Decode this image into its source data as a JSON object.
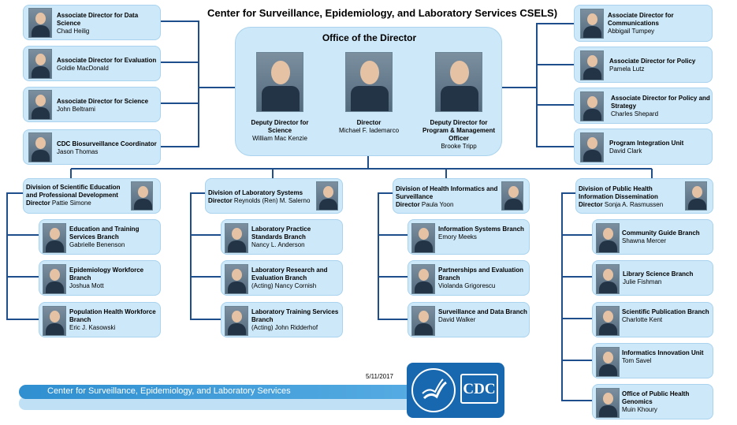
{
  "header": {
    "title": "Center for Surveillance, Epidemiology, and Laboratory Services CSELS)"
  },
  "director_office": {
    "title": "Office of the Director",
    "people": [
      {
        "title": "Deputy Director for Science",
        "name": "William Mac Kenzie"
      },
      {
        "title": "Director",
        "name": "Michael F. Iademarco"
      },
      {
        "title": "Deputy Director for Program & Management Officer",
        "name": "Brooke Tripp"
      }
    ]
  },
  "left_staff": [
    {
      "title": "Associate Director for Data Science",
      "name": "Chad Heilig"
    },
    {
      "title": "Associate Director for Evaluation",
      "name": "Goldie MacDonald"
    },
    {
      "title": "Associate Director for Science",
      "name": "John Beltrami"
    },
    {
      "title": "CDC Biosurveillance Coordinator",
      "name": "Jason Thomas"
    }
  ],
  "right_staff": [
    {
      "title": "Associate Director for Communications",
      "name": "Abbigail Tumpey"
    },
    {
      "title": "Associate Director for Policy",
      "name": "Pamela Lutz"
    },
    {
      "title": "Associate Director for Policy and Strategy",
      "name": "Charles Shepard"
    },
    {
      "title": "Program Integration Unit",
      "name": "David Clark"
    }
  ],
  "divisions": [
    {
      "title": "Division of Scientific Education and Professional Development",
      "director_label": "Director",
      "director": "Pattie Simone",
      "branches": [
        {
          "title": "Education and Training Services Branch",
          "name": "Gabrielle Benenson"
        },
        {
          "title": "Epidemiology Workforce Branch",
          "name": "Joshua Mott"
        },
        {
          "title": "Population Health Workforce Branch",
          "name": "Eric J. Kasowski"
        }
      ]
    },
    {
      "title": "Division of Laboratory Systems",
      "director_label": "Director",
      "director": "Reynolds (Ren) M. Salerno",
      "branches": [
        {
          "title": "Laboratory Practice Standards Branch",
          "name": "Nancy L. Anderson"
        },
        {
          "title": "Laboratory Research and Evaluation Branch",
          "name": "(Acting) Nancy Cornish"
        },
        {
          "title": "Laboratory Training Services Branch",
          "name": "(Acting) John Ridderhof"
        }
      ]
    },
    {
      "title": "Division of Health Informatics and Surveillance",
      "director_label": "Director",
      "director": "Paula Yoon",
      "branches": [
        {
          "title": "Information Systems Branch",
          "name": "Emory Meeks"
        },
        {
          "title": "Partnerships and Evaluation Branch",
          "name": "Violanda Grigorescu"
        },
        {
          "title": "Surveillance and Data Branch",
          "name": "David Walker"
        }
      ]
    },
    {
      "title": "Division of Public Health Information Dissemination",
      "director_label": "Director",
      "director": "Sonja A. Rasmussen",
      "branches": [
        {
          "title": "Community Guide Branch",
          "name": "Shawna Mercer"
        },
        {
          "title": "Library Science Branch",
          "name": "Julie Fishman"
        },
        {
          "title": "Scientific Publication Branch",
          "name": "Charlotte Kent"
        },
        {
          "title": "Informatics Innovation Unit",
          "name": "Tom Savel"
        },
        {
          "title": "Office of Public Health Genomics",
          "name": "Muin Khoury"
        }
      ]
    }
  ],
  "footer": {
    "date": "5/11/2017",
    "banner_text": "Center for Surveillance, Epidemiology, and Laboratory Services",
    "logo_text": "CDC"
  },
  "colors": {
    "box_fill": "#cde8f8",
    "connector": "#1f4e8c",
    "banner": "#2f8fd0",
    "logo_bg": "#1868b0"
  }
}
